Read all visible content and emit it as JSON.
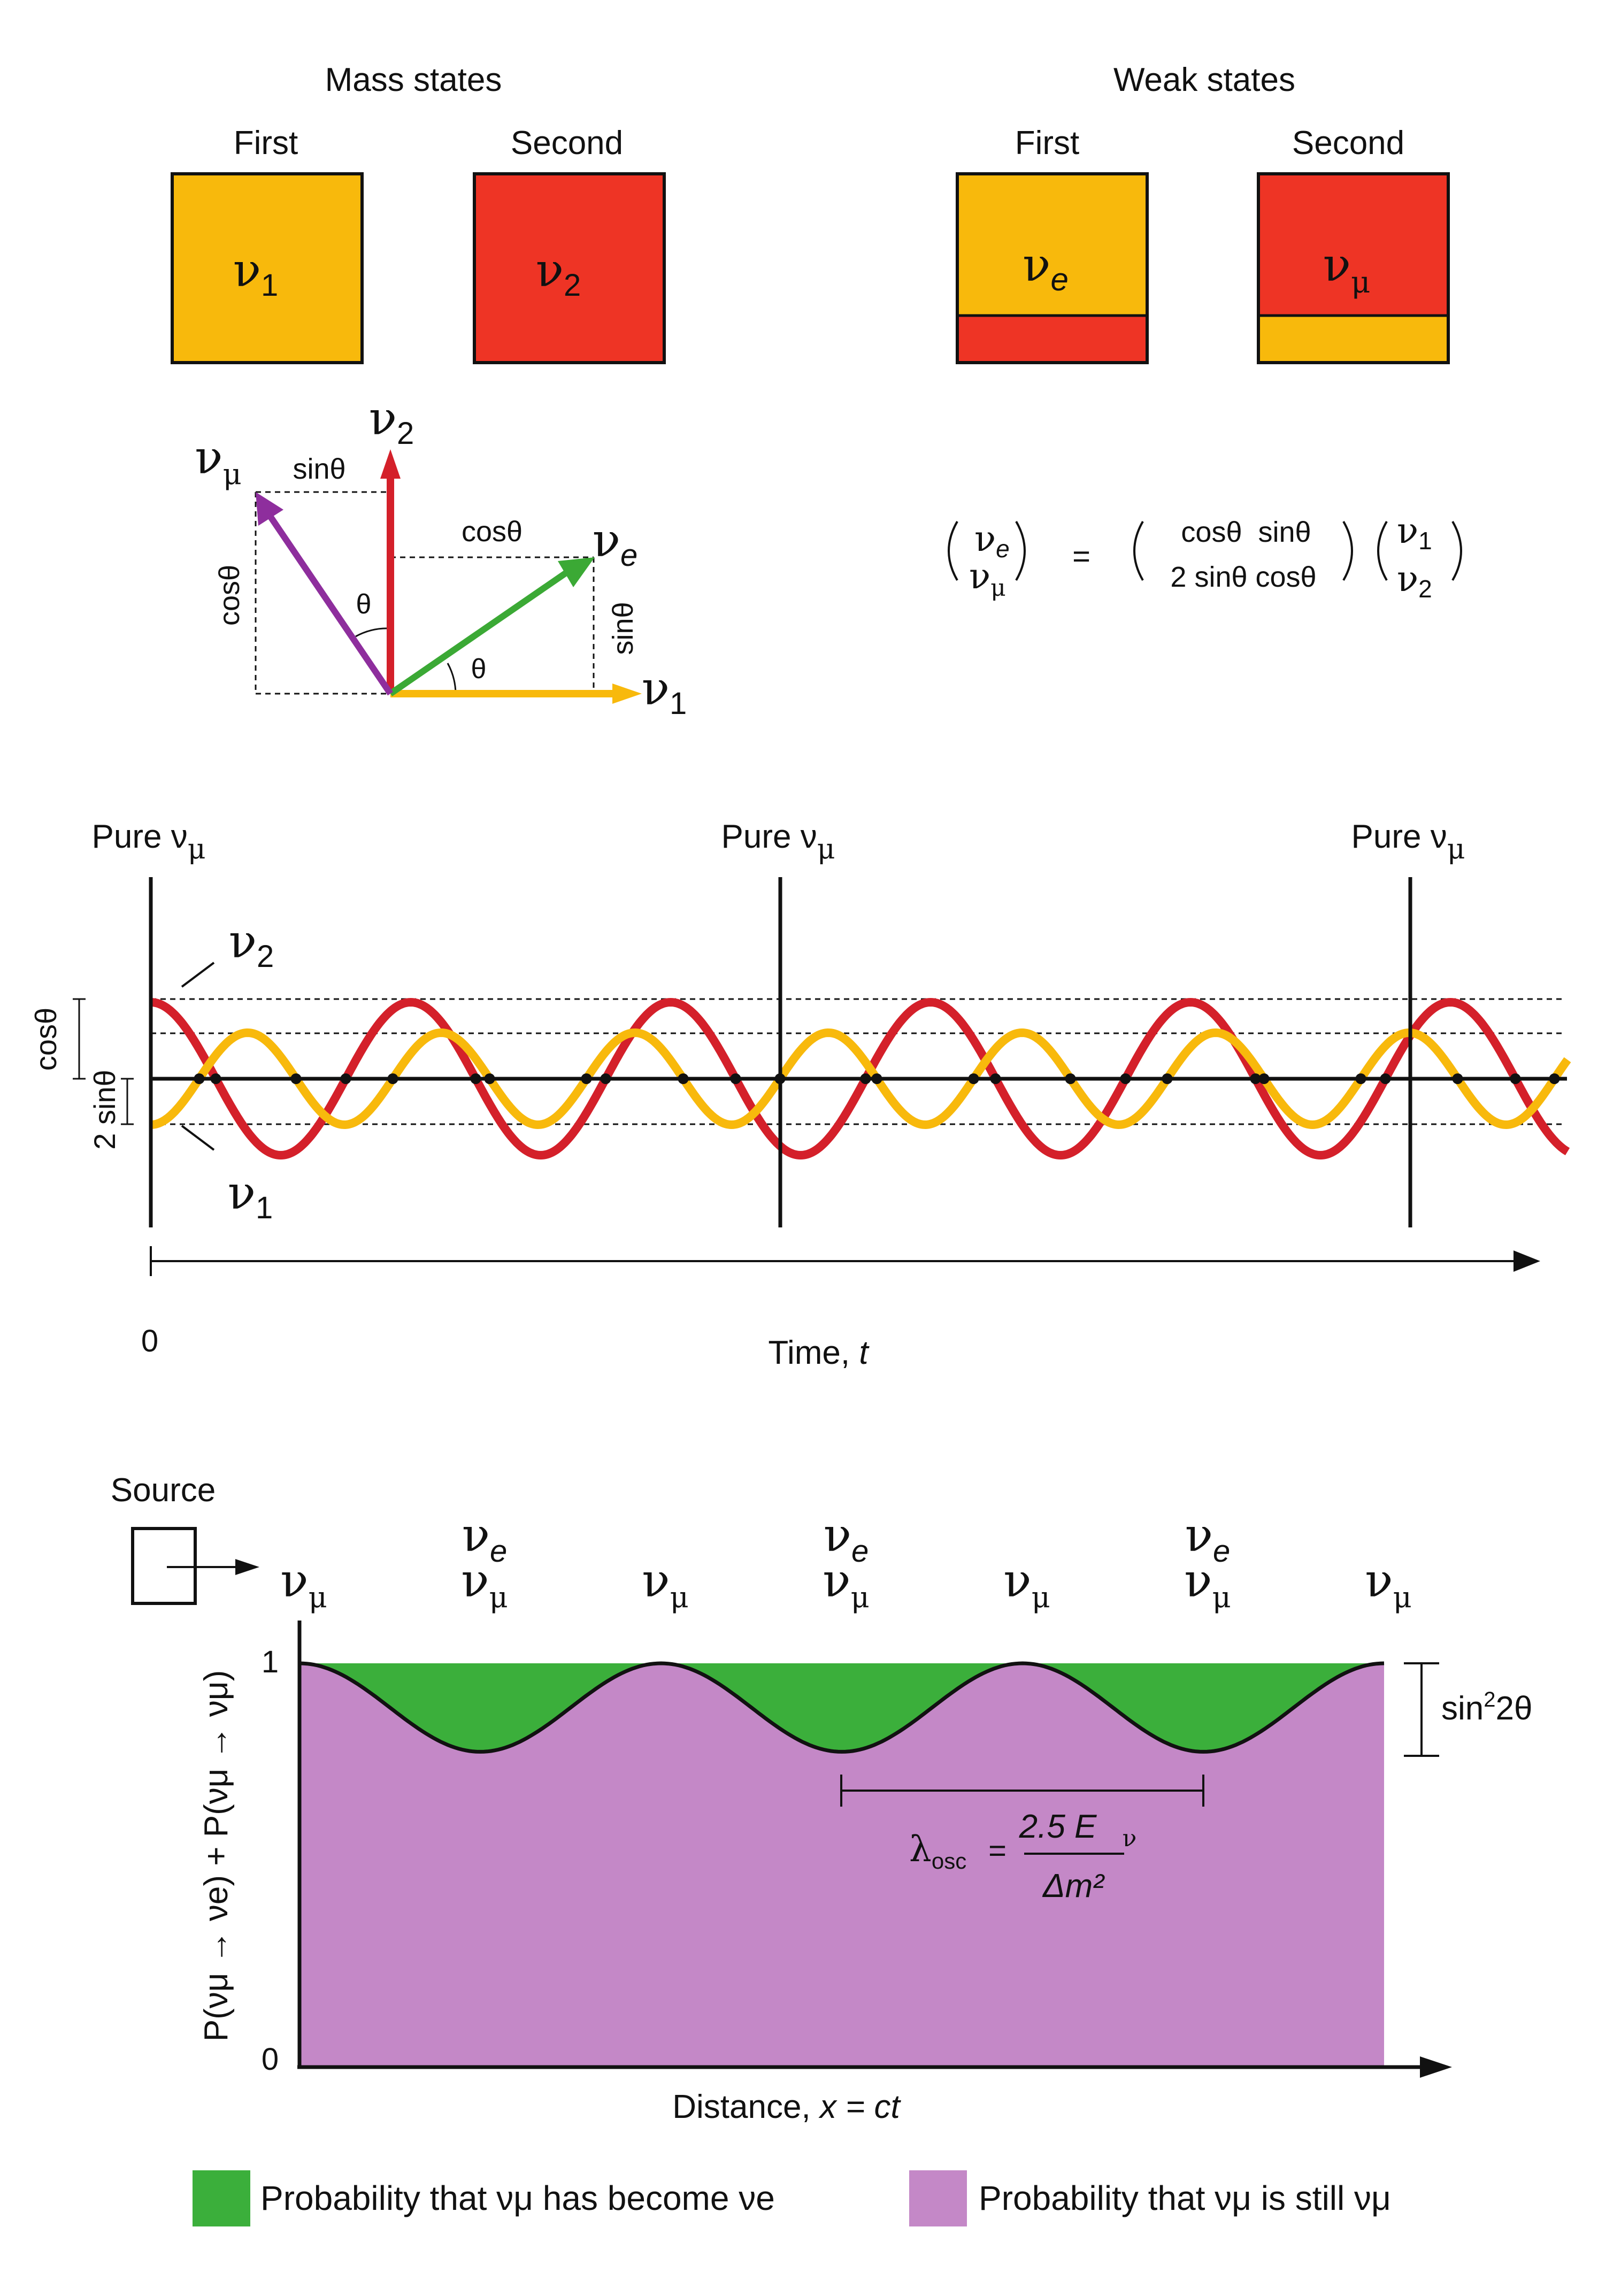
{
  "colors": {
    "nu1": "#F8B90C",
    "nu2": "#EE3425",
    "muon_arrow": "#8E2E9D",
    "electron_arrow": "#3BA935",
    "wave_red": "#D4202A",
    "wave_yellow": "#F8B90C",
    "survival_fill": "#C488C7",
    "appearance_fill": "#3BAF3B"
  },
  "symbols": {
    "nu": "ν",
    "mu": "μ",
    "e": "e",
    "one": "1",
    "two": "2",
    "theta": "θ"
  },
  "mass_states": {
    "heading": "Mass states",
    "first_label": "First",
    "second_label": "Second"
  },
  "weak_states": {
    "heading": "Weak states",
    "first_label": "First",
    "second_label": "Second"
  },
  "rotation_diagram": {
    "sin_theta": "sinθ",
    "cos_theta": "cosθ"
  },
  "matrix_equation": {
    "equals": "=",
    "row1": "cosθ  sinθ",
    "row2": "2 sinθ cosθ"
  },
  "time_panel": {
    "pure_label": "Pure ν",
    "cos_label": "cosθ",
    "sin_label": "2 sinθ",
    "origin": "0",
    "axis_label": "Time, ",
    "axis_var": "t"
  },
  "distance_panel": {
    "source_label": "Source",
    "y_top_tick": "1",
    "y_bottom_tick": "0",
    "y_axis_label": "P(νμ → νe) + P(νμ → νμ)",
    "amplitude_label": "sin²2θ",
    "wavelength_lhs": "λ",
    "wavelength_sub": "osc",
    "wavelength_eq": "=",
    "wavelength_num": "2.5 E",
    "wavelength_den": "Δm²",
    "x_axis_label": "Distance, ",
    "x_axis_var": "x = ct",
    "min_probability": 0.78,
    "oscillation_periods": 3
  },
  "legend": {
    "green_text": "Probability that νμ has become νe",
    "purple_text": "Probability that νμ is still νμ"
  }
}
